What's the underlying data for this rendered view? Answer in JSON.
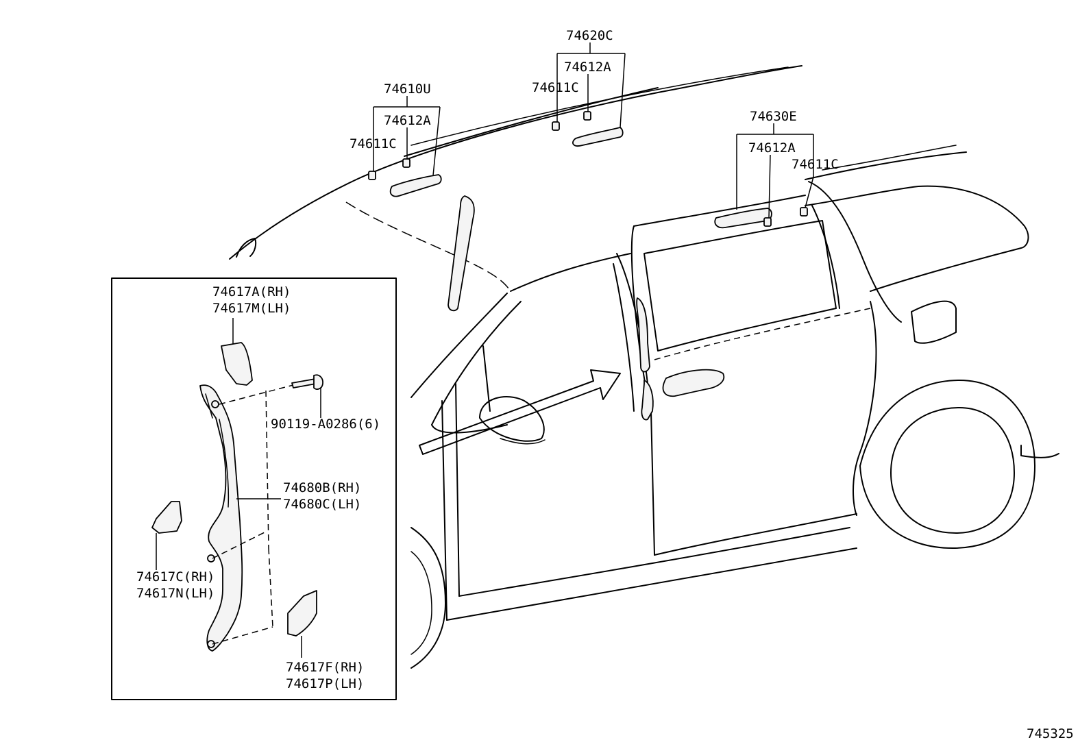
{
  "labels": {
    "p74620C": "74620C",
    "p74612A_top": "74612A",
    "p74611C_top": "74611C",
    "p74610U": "74610U",
    "p74612A_left": "74612A",
    "p74611C_left": "74611C",
    "p74630E": "74630E",
    "p74612A_right": "74612A",
    "p74611C_right": "74611C",
    "p74617A": "74617A(RH)",
    "p74617M": "74617M(LH)",
    "p90119": "90119-A0286(6)",
    "p74680B": "74680B(RH)",
    "p74680C": "74680C(LH)",
    "p74617C": "74617C(RH)",
    "p74617N": "74617N(LH)",
    "p74617F": "74617F(RH)",
    "p74617P": "74617P(LH)",
    "diagram_id": "745325"
  }
}
